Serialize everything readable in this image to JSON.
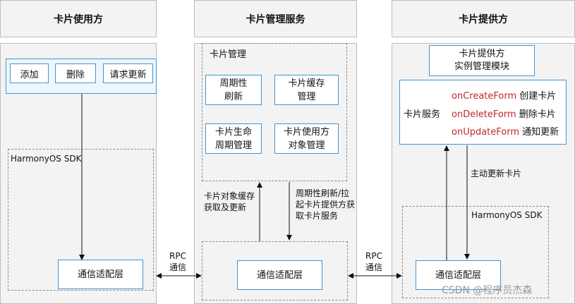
{
  "columns": {
    "left_title": "卡片使用方",
    "middle_title": "卡片管理服务",
    "right_title": "卡片提供方"
  },
  "left": {
    "buttons": [
      "添加",
      "删除",
      "请求更新"
    ],
    "sdk_label": "HarmonyOS SDK",
    "adapter": "通信适配层"
  },
  "middle": {
    "manage_label": "卡片管理",
    "items": [
      "周期性\n刷新",
      "卡片缓存\n管理",
      "卡片生命\n周期管理",
      "卡片使用方\n对象管理"
    ],
    "adapter": "通信适配层",
    "up_label": "卡片对象缓存\n获取及更新",
    "down_label": "周期性刷新/拉\n起卡片提供方获\n取卡片服务"
  },
  "right": {
    "instance_module": "卡片提供方\n实例管理模块",
    "service_label": "卡片服务",
    "methods": [
      {
        "name": "onCreateForm",
        "desc": "创建卡片"
      },
      {
        "name": "onDeleteForm",
        "desc": "删除卡片"
      },
      {
        "name": "onUpdateForm",
        "desc": "通知更新"
      }
    ],
    "active_update": "主动更新卡片",
    "sdk_label": "HarmonyOS SDK",
    "adapter": "通信适配层"
  },
  "rpc": {
    "left": "RPC\n通信",
    "right": "RPC\n通信"
  },
  "watermark": "CSDN @程序员杰森",
  "colors": {
    "accent_blue": "#3f95d6",
    "method_red": "#c0282b",
    "panel_gray": "#f3f3f3"
  }
}
